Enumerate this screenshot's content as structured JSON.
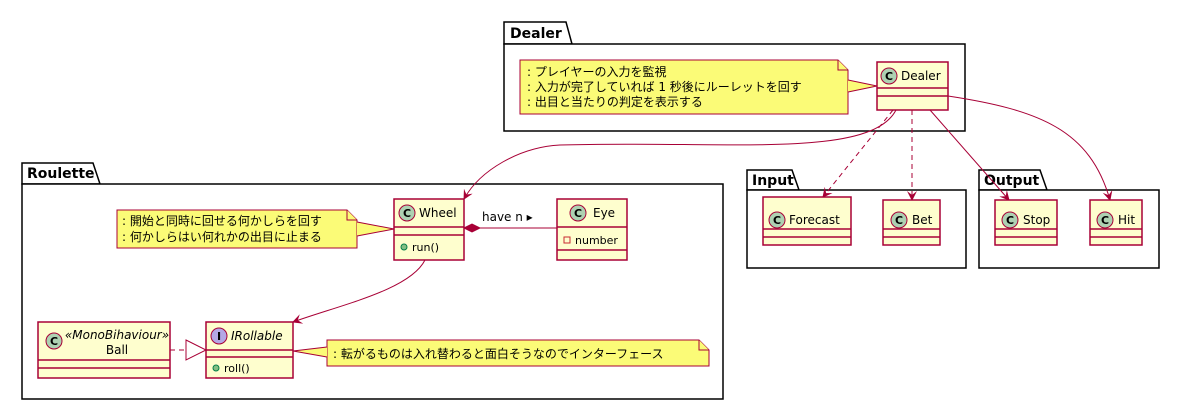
{
  "packages": {
    "dealer": "Dealer",
    "roulette": "Roulette",
    "input": "Input",
    "output": "Output"
  },
  "classes": {
    "dealer": {
      "name": "Dealer",
      "glyph": "C"
    },
    "wheel": {
      "name": "Wheel",
      "glyph": "C",
      "method": "run()"
    },
    "eye": {
      "name": "Eye",
      "glyph": "C",
      "field": "number"
    },
    "ball": {
      "name": "Ball",
      "glyph": "C",
      "stereotype": "«MonoBihaviour»"
    },
    "irollable": {
      "name": "IRollable",
      "glyph": "I",
      "method": "roll()"
    },
    "forecast": {
      "name": "Forecast",
      "glyph": "C"
    },
    "bet": {
      "name": "Bet",
      "glyph": "C"
    },
    "stop": {
      "name": "Stop",
      "glyph": "C"
    },
    "hit": {
      "name": "Hit",
      "glyph": "C"
    }
  },
  "notes": {
    "dealer": [
      ": プレイヤーの入力を監視",
      ": 入力が完了していれば 1 秒後にルーレットを回す",
      ": 出目と当たりの判定を表示する"
    ],
    "wheel": [
      ": 開始と同時に回せる何かしらを回す",
      ": 何かしらはい何れかの出目に止まる"
    ],
    "irollable": [
      ": 転がるものは入れ替わると面白そうなのでインターフェース"
    ]
  },
  "edges": {
    "wheel_eye": "have n ▸"
  },
  "colors": {
    "class_fill": "#FEFECE",
    "class_border": "#A80036",
    "note_fill": "#FBFB77",
    "class_glyph": "#ADD1B2",
    "interface_glyph": "#B4A7E5",
    "arrow": "#A80036"
  }
}
